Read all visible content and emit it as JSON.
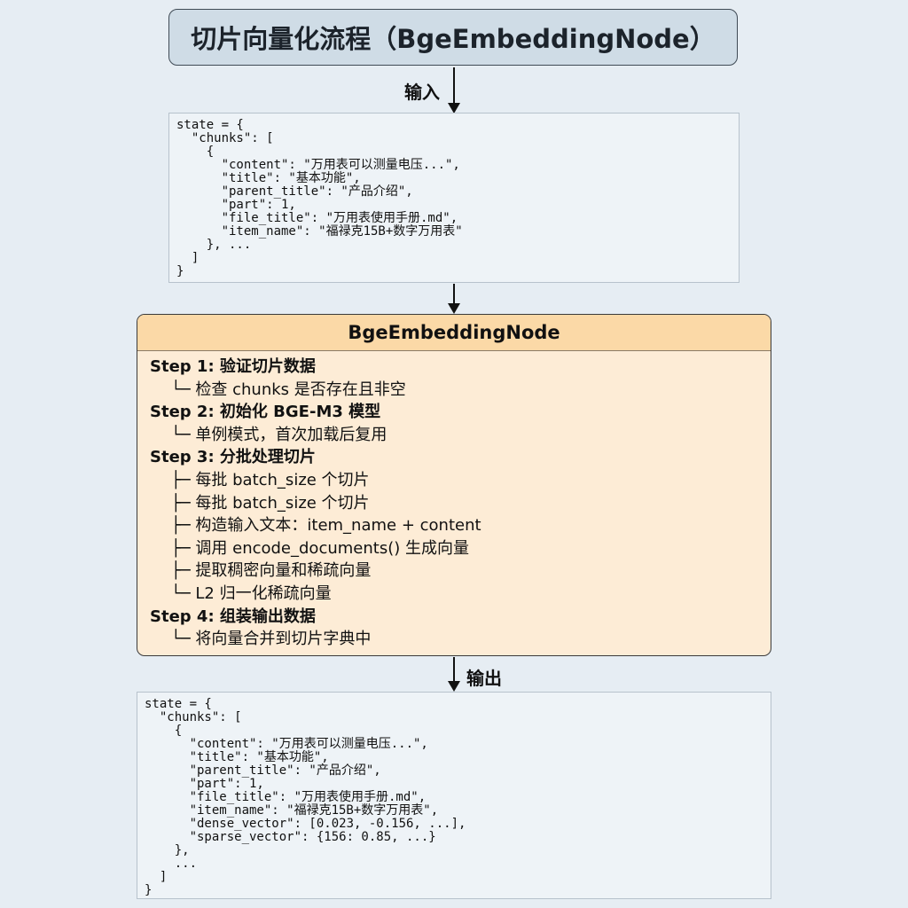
{
  "title": "切片向量化流程（BgeEmbeddingNode）",
  "input_label": "输入",
  "output_label": "输出",
  "input_code": "state = {\n  \"chunks\": [\n    {\n      \"content\": \"万用表可以测量电压...\",\n      \"title\": \"基本功能\",\n      \"parent_title\": \"产品介绍\",\n      \"part\": 1,\n      \"file_title\": \"万用表使用手册.md\",\n      \"item_name\": \"福禄克15B+数字万用表\"\n    }, ...\n  ]\n}",
  "node": {
    "name": "BgeEmbeddingNode",
    "steps": [
      {
        "title": "Step 1: 验证切片数据",
        "items": [
          "└─ 检查 chunks 是否存在且非空"
        ]
      },
      {
        "title": "Step 2: 初始化 BGE-M3 模型",
        "items": [
          "└─ 单例模式，首次加载后复用"
        ]
      },
      {
        "title": "Step 3: 分批处理切片",
        "items": [
          "├─ 每批 batch_size 个切片",
          "├─ 每批 batch_size 个切片",
          "├─ 构造输入文本：item_name + content",
          "├─ 调用 encode_documents() 生成向量",
          "├─ 提取稠密向量和稀疏向量",
          "└─ L2 归一化稀疏向量"
        ]
      },
      {
        "title": "Step 4: 组装输出数据",
        "items": [
          "└─ 将向量合并到切片字典中"
        ]
      }
    ]
  },
  "output_code": "state = {\n  \"chunks\": [\n    {\n      \"content\": \"万用表可以测量电压...\",\n      \"title\": \"基本功能\",\n      \"parent_title\": \"产品介绍\",\n      \"part\": 1,\n      \"file_title\": \"万用表使用手册.md\",\n      \"item_name\": \"福禄克15B+数字万用表\",\n      \"dense_vector\": [0.023, -0.156, ...],\n      \"sparse_vector\": {156: 0.85, ...}\n    },\n    ...\n  ]\n}"
}
